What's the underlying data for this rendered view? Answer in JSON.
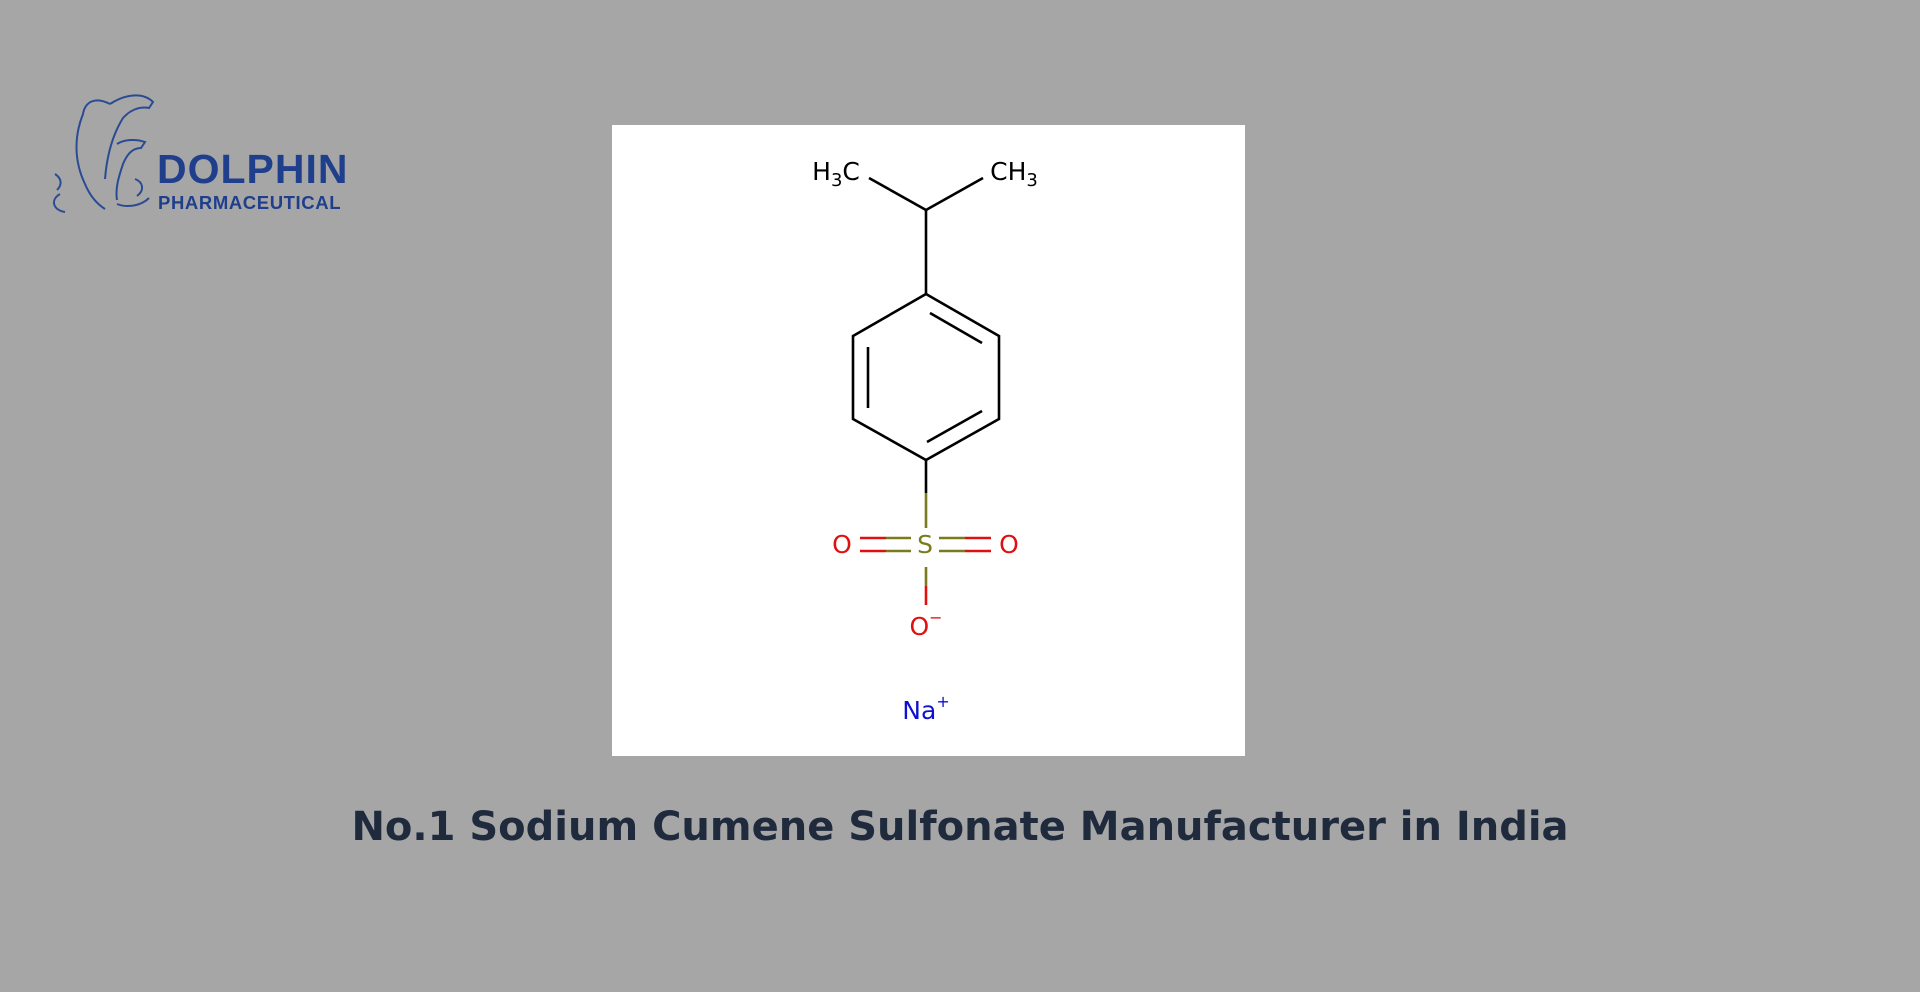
{
  "logo": {
    "name": "DOLPHIN",
    "subtitle": "PHARMACEUTICAL",
    "color": "#1f3f8c"
  },
  "structure": {
    "left_methyl": {
      "main": "H",
      "sub": "3",
      "tail": "C"
    },
    "right_methyl": {
      "main": "CH",
      "sub": "3"
    },
    "sulfur": "S",
    "oxygen_left": "O",
    "oxygen_right": "O",
    "oxygen_anion": "O",
    "anion_charge": "−",
    "sodium": "Na",
    "sodium_charge": "+",
    "colors": {
      "bond": "#000000",
      "sulfur": "#7a7a1e",
      "oxygen": "#e01010",
      "sodium": "#1010d0"
    }
  },
  "headline": "No.1 Sodium Cumene Sulfonate Manufacturer in India",
  "colors": {
    "background": "#a6a6a6",
    "headline": "#1f2a3d"
  }
}
